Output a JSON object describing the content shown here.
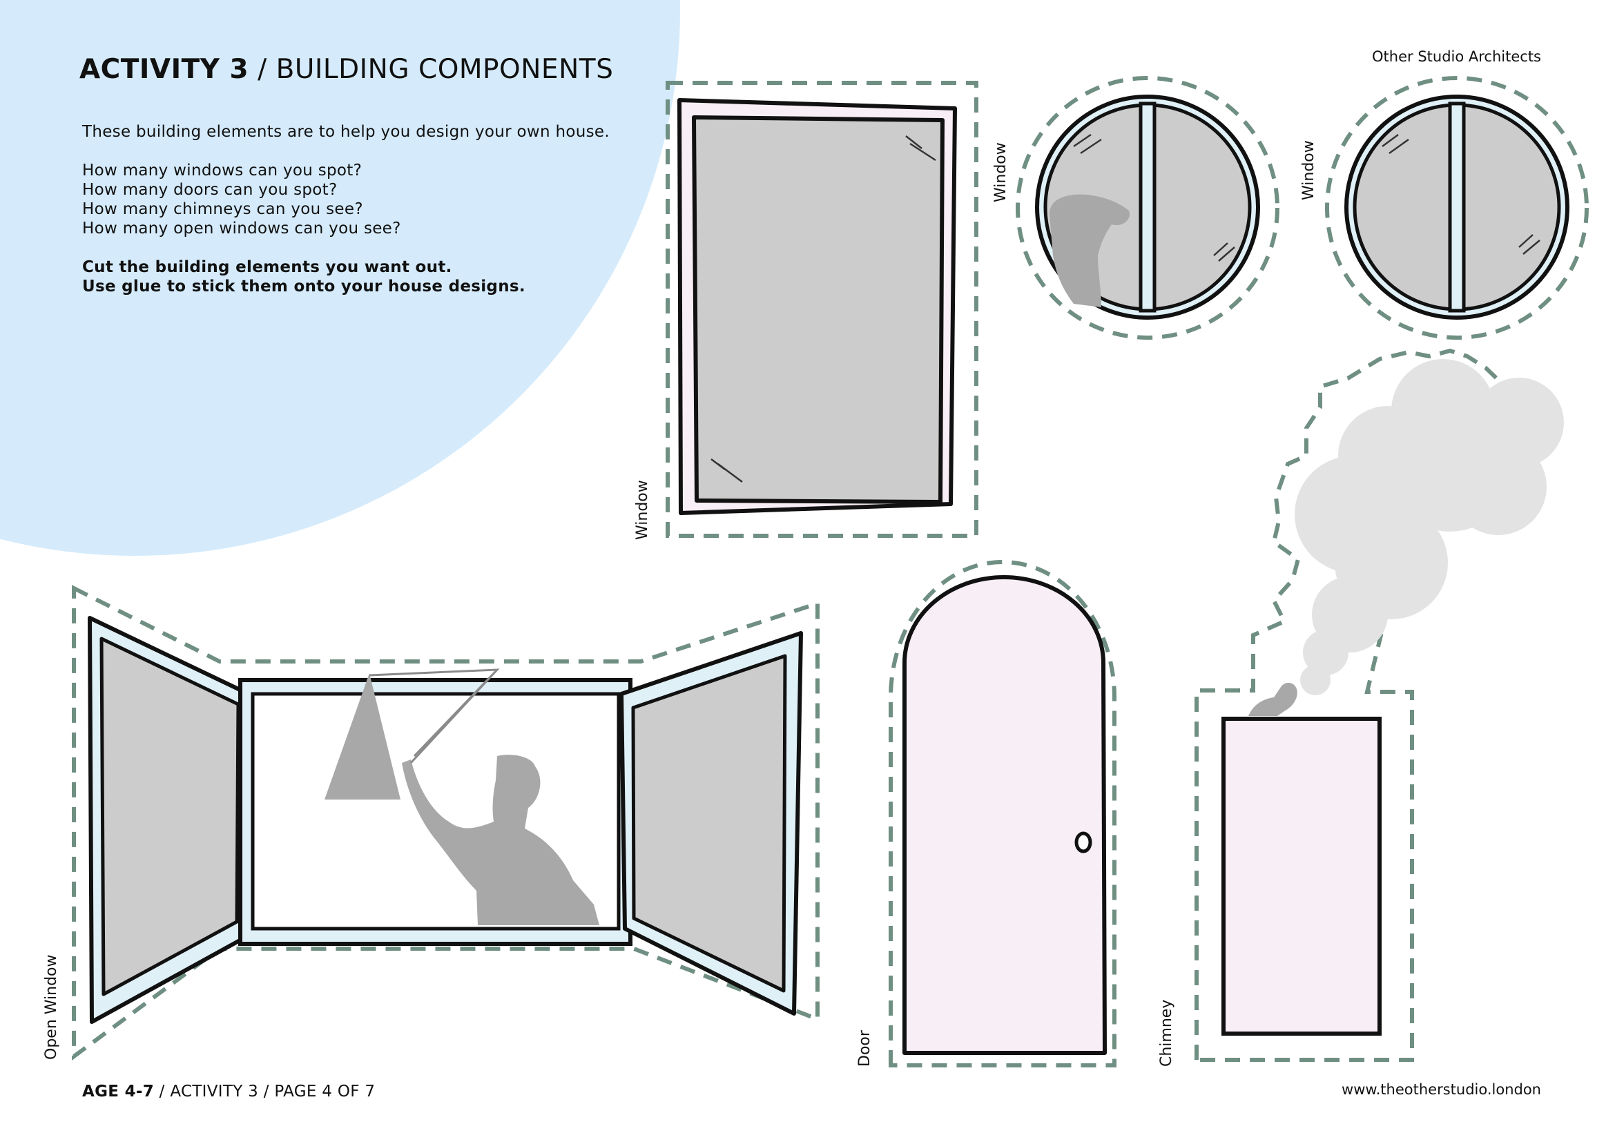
{
  "header": {
    "activity_bold": "ACTIVITY 3",
    "activity_rest": " / BUILDING COMPONENTS",
    "credit": "Other Studio Architects"
  },
  "intro": {
    "line1": "These building elements are to help you design your own house.",
    "q1": "How many windows can you spot?",
    "q2": "How many doors can you spot?",
    "q3": "How many chimneys can you see?",
    "q4": "How many open windows can you see?",
    "instruction1": "Cut the building elements you want out.",
    "instruction2": "Use glue to stick them onto your house designs."
  },
  "labels": {
    "window_rect": "Window",
    "window_round_1": "Window",
    "window_round_2": "Window",
    "open_window": "Open Window",
    "door": "Door",
    "chimney": "Chimney"
  },
  "footer": {
    "age": "AGE 4-7",
    "rest": " / ACTIVITY 3 / PAGE 4 OF 7",
    "website": "www.theotherstudio.london"
  },
  "colors": {
    "background_circle": "#d5ebfb",
    "dashed_cut_line": "#6f8f82",
    "glass_grey": "#cccccc",
    "frame_light_blue": "#dff0f7",
    "door_pink": "#f8eef6",
    "smoke_grey": "#e3e3e3",
    "silhouette_grey": "#a8a8a8"
  }
}
